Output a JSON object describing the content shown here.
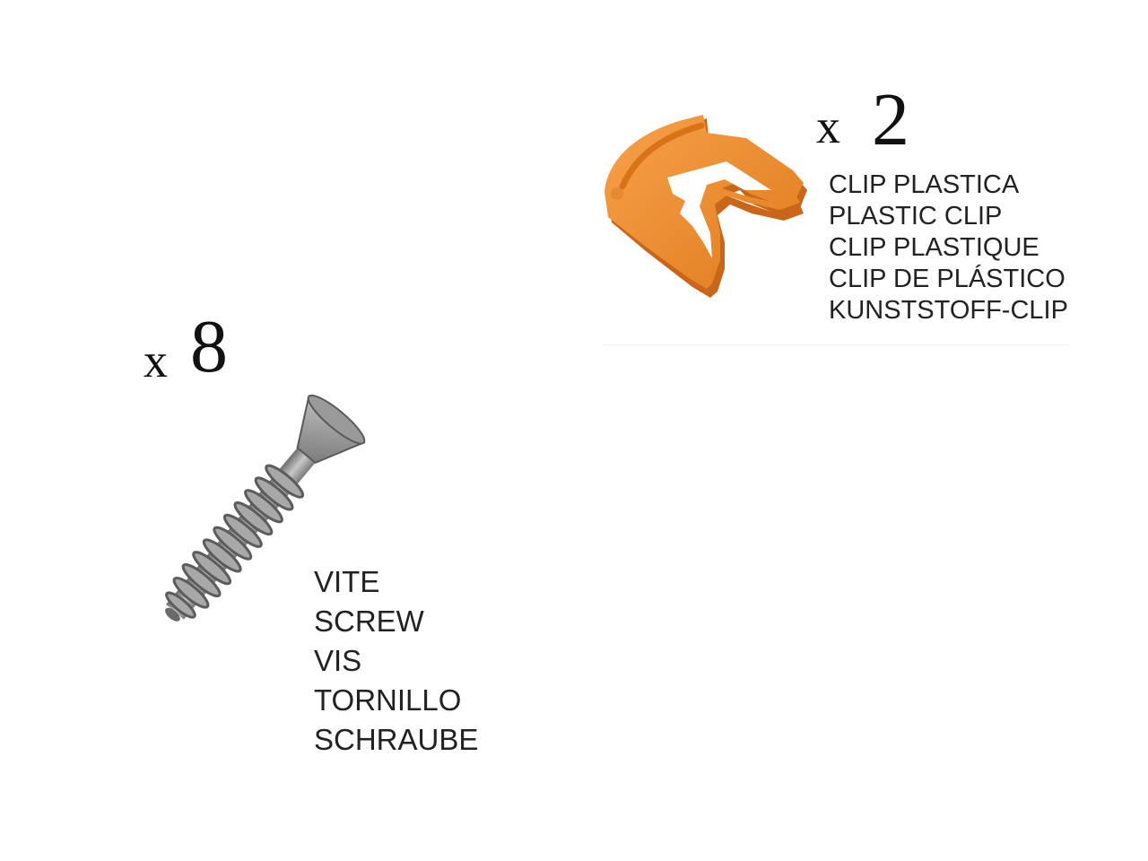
{
  "clip": {
    "icon": "plastic-clip-icon",
    "color": "#f08a2c",
    "quantity_prefix": "x",
    "quantity": "2",
    "labels": [
      "CLIP PLASTICA",
      "PLASTIC CLIP",
      "CLIP PLASTIQUE",
      "CLIP DE PLÁSTICO",
      "KUNSTSTOFF-CLIP"
    ]
  },
  "screw": {
    "icon": "screw-icon",
    "color": "#8c8c8c",
    "quantity_prefix": "x",
    "quantity": "8",
    "labels": [
      "VITE",
      "SCREW",
      "VIS",
      "TORNILLO",
      "SCHRAUBE"
    ]
  }
}
